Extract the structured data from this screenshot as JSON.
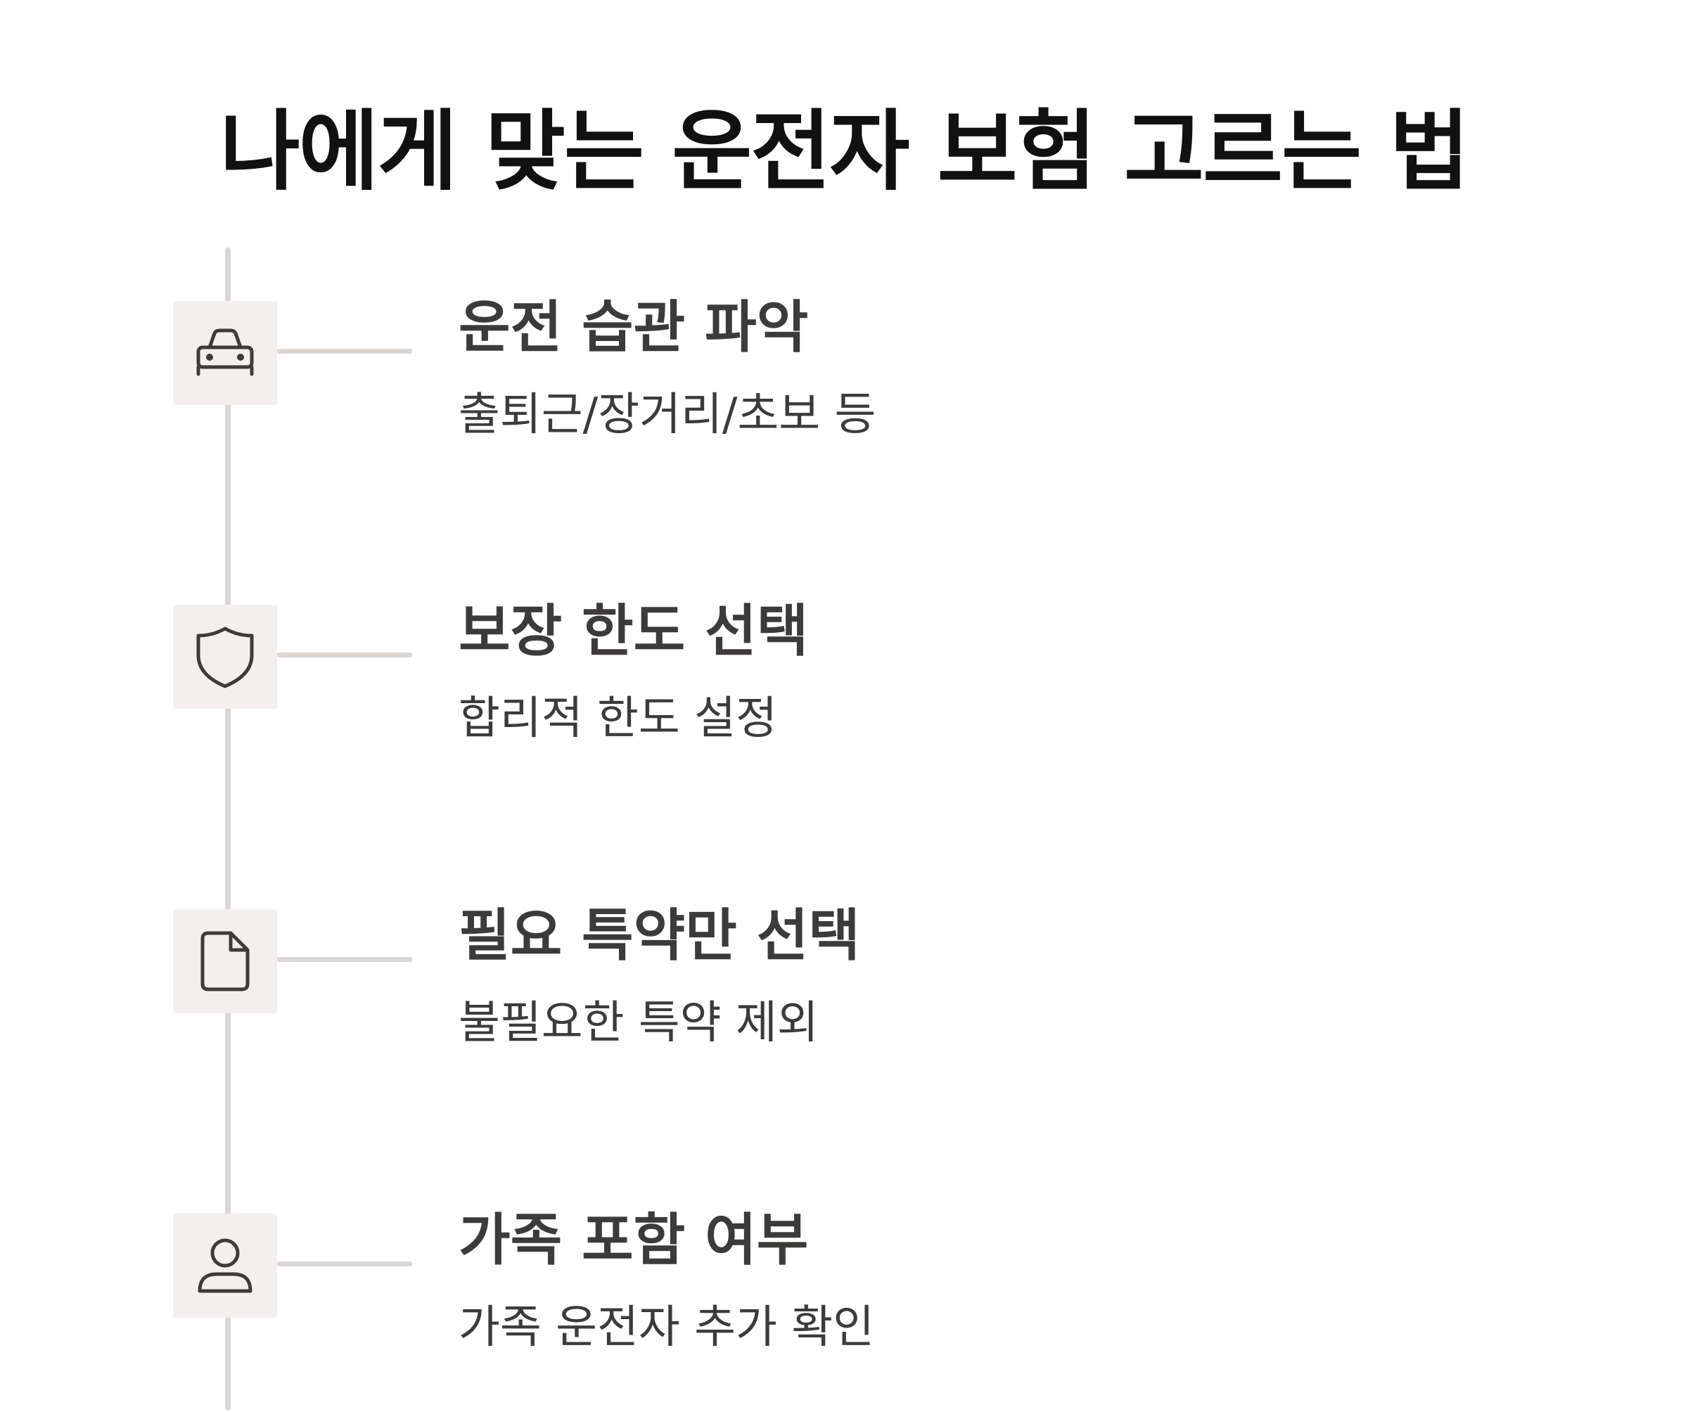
{
  "title": "나에게 맞는 운전자 보험 고르는 법",
  "steps": [
    {
      "icon": "car-icon",
      "title": "운전 습관 파악",
      "description": "출퇴근/장거리/초보 등"
    },
    {
      "icon": "shield-icon",
      "title": "보장 한도 선택",
      "description": "합리적 한도 설정"
    },
    {
      "icon": "document-icon",
      "title": "필요 특약만 선택",
      "description": "불필요한 특약 제외"
    },
    {
      "icon": "person-icon",
      "title": "가족 포함 여부",
      "description": "가족 운전자 추가 확인"
    }
  ],
  "colors": {
    "title": "#111111",
    "text": "#3d3b3a",
    "line": "#dad6d4",
    "icon_bg": "#f2efee",
    "icon_stroke": "#3d3b3a"
  }
}
